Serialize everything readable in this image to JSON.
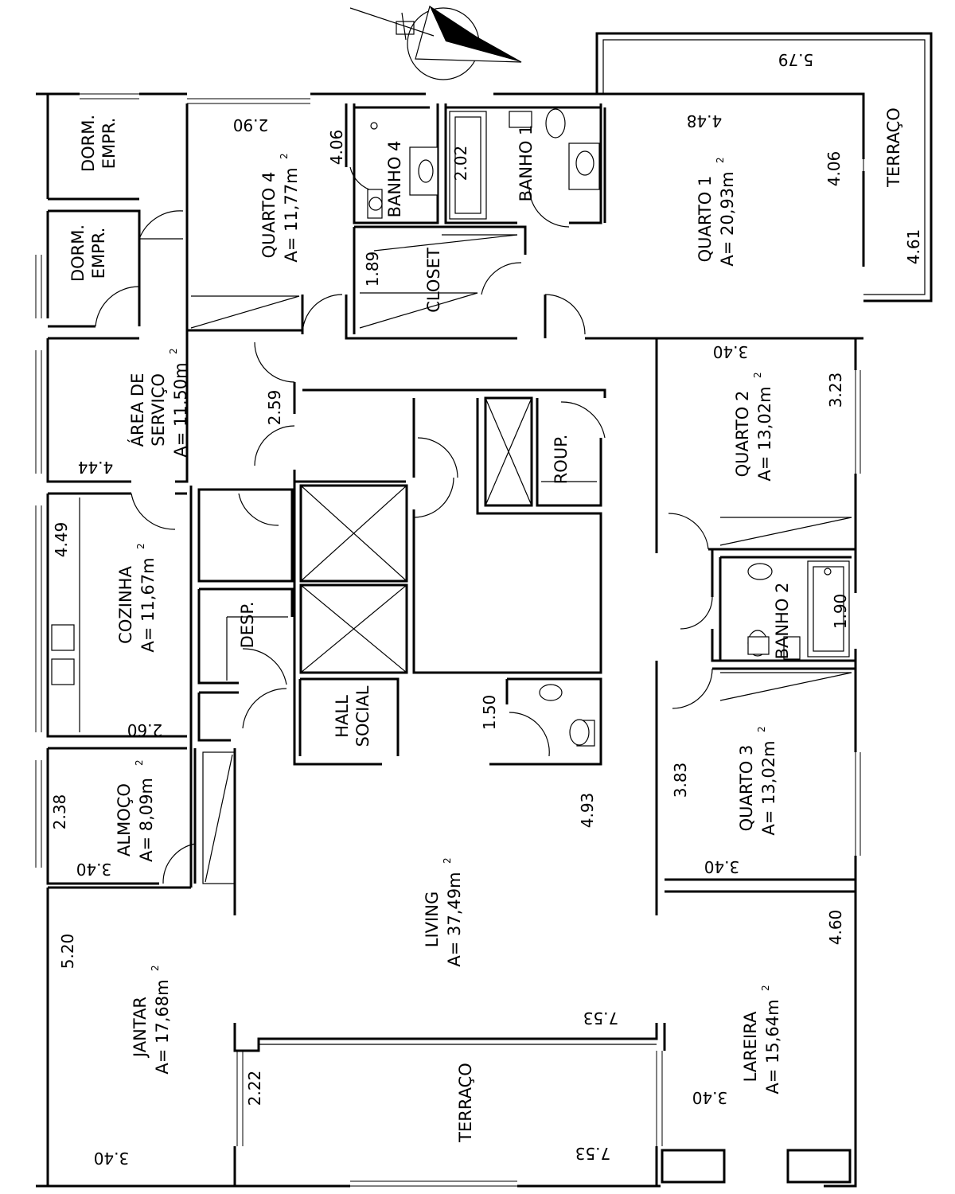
{
  "rooms": {
    "dorm_empr_1": {
      "line1": "DORM.",
      "line2": "EMPR."
    },
    "dorm_empr_2": {
      "line1": "DORM.",
      "line2": "EMPR."
    },
    "quarto4": {
      "name": "QUARTO 4",
      "area": "A= 11,77m",
      "sup": "2"
    },
    "banho4": {
      "name": "BANHO 4"
    },
    "banho1": {
      "name": "BANHO 1"
    },
    "closet": {
      "name": "CLOSET"
    },
    "quarto1": {
      "name": "QUARTO 1",
      "area": "A= 20,93m",
      "sup": "2"
    },
    "terraco_top": {
      "name": "TERRAÇO"
    },
    "area_servico": {
      "line1": "ÁREA DE",
      "line2": "SERVIÇO",
      "area": "A= 11,50m",
      "sup": "2"
    },
    "roup": {
      "name": "ROUP."
    },
    "quarto2": {
      "name": "QUARTO 2",
      "area": "A= 13,02m",
      "sup": "2"
    },
    "banho2": {
      "name": "BANHO 2"
    },
    "cozinha": {
      "name": "COZINHA",
      "area": "A= 11,67m",
      "sup": "2"
    },
    "desp": {
      "name": "DESP."
    },
    "hall": {
      "line1": "HALL",
      "line2": "SOCIAL"
    },
    "almoco": {
      "name": "ALMOÇO",
      "area": "A= 8,09m",
      "sup": "2"
    },
    "quarto3": {
      "name": "QUARTO 3",
      "area": "A= 13,02m",
      "sup": "2"
    },
    "living": {
      "name": "LIVING",
      "area": "A= 37,49m",
      "sup": "2"
    },
    "jantar": {
      "name": "JANTAR",
      "area": "A= 17,68m",
      "sup": "2"
    },
    "lareira": {
      "name": "LAREIRA",
      "area": "A= 15,64m",
      "sup": "2"
    },
    "terraco_bottom": {
      "name": "TERRAÇO"
    }
  },
  "dimensions": {
    "terraco_top_w": "5.79",
    "terraco_top_h": "4.61",
    "quarto4_w": "2.90",
    "quarto4_h": "4.06",
    "banho1_h": "2.02",
    "quarto1_w": "4.48",
    "quarto1_h": "4.06",
    "closet_h": "1.89",
    "corridor_w": "2.59",
    "quarto2_w": "3.40",
    "quarto2_h": "3.23",
    "area_servico_w": "4.44",
    "cozinha_h": "4.49",
    "banho2_h": "1.90",
    "lavabo_h": "1.50",
    "cozinha_w": "2.60",
    "quarto3_h": "3.83",
    "living_h": "4.93",
    "almoco_h": "2.38",
    "almoco_w": "3.40",
    "quarto3_w": "3.40",
    "jantar_h": "5.20",
    "lareira_h": "4.60",
    "terraco_w_top": "7.53",
    "terraco_h": "2.22",
    "lareira_w": "3.40",
    "jantar_w": "3.40",
    "terraco_w_bottom": "7.53"
  }
}
